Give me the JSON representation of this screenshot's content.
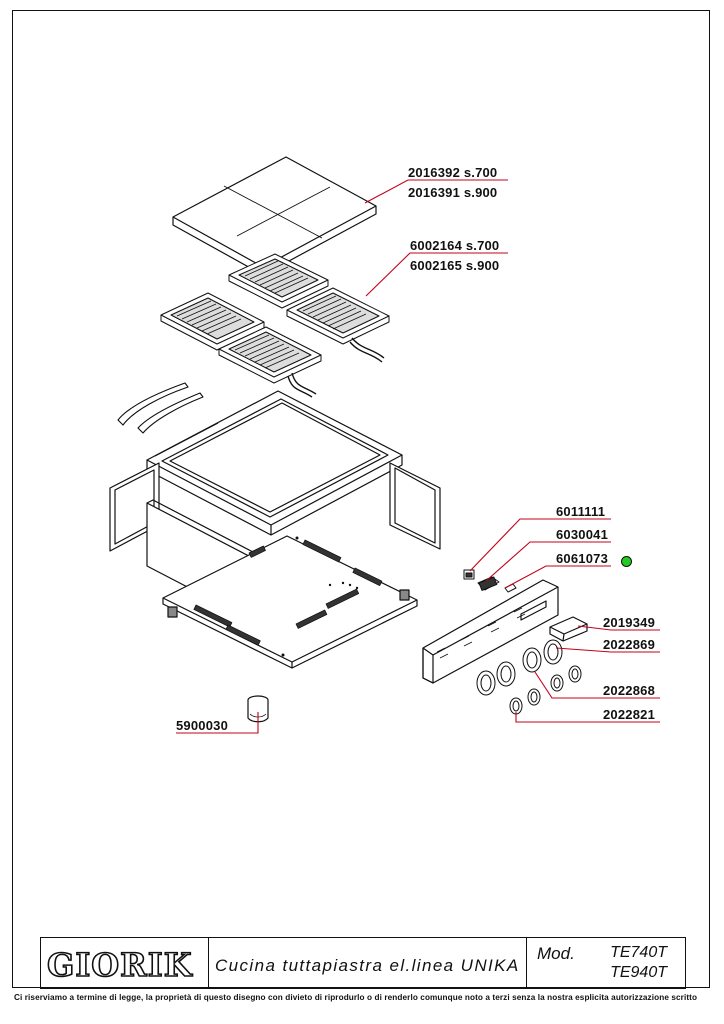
{
  "callouts": [
    {
      "id": "c1",
      "text": "2016392  s.700"
    },
    {
      "id": "c2",
      "text": "2016391  s.900"
    },
    {
      "id": "c3",
      "text": "6002164  s.700"
    },
    {
      "id": "c4",
      "text": "6002165  s.900"
    },
    {
      "id": "c5",
      "text": "6011111"
    },
    {
      "id": "c6",
      "text": "6030041"
    },
    {
      "id": "c7",
      "text": "6061073"
    },
    {
      "id": "c8",
      "text": "2019349"
    },
    {
      "id": "c9",
      "text": "2022869"
    },
    {
      "id": "c10",
      "text": "2022868"
    },
    {
      "id": "c11",
      "text": "2022821"
    },
    {
      "id": "c12",
      "text": "5900030"
    }
  ],
  "status_dot_color": "#22cc22",
  "title_block": {
    "logo": "GIORIK",
    "description": "Cucina tuttapiastra el.linea UNIKA",
    "model_label": "Mod.",
    "model_1": "TE740T",
    "model_2": "TE940T"
  },
  "footer_notice": "Ci riserviamo a termine di legge, la proprietà di questo disegno con divieto di riprodurlo o di renderlo comunque noto a terzi senza la nostra esplicita autorizzazione scritto"
}
